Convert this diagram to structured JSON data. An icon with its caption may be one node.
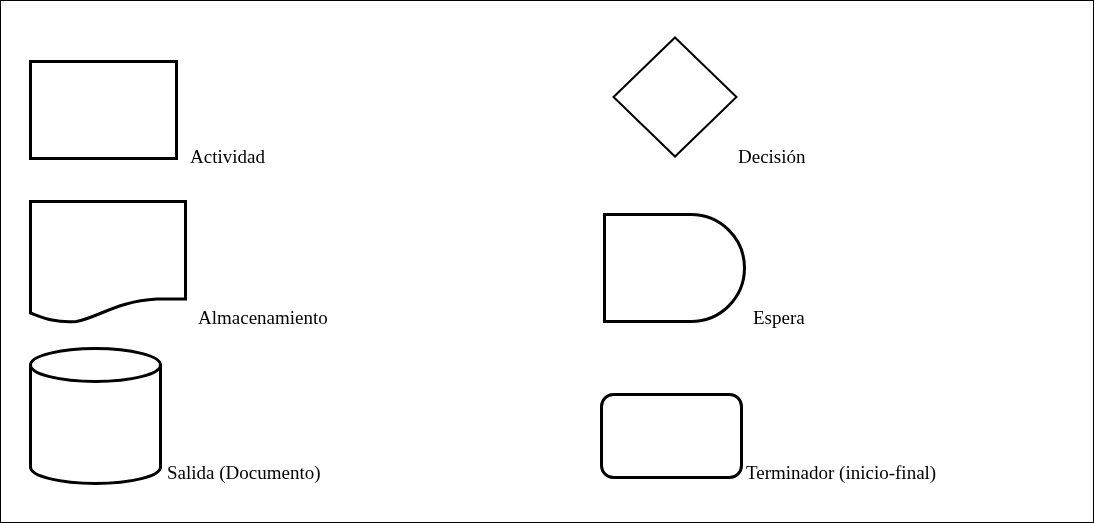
{
  "diagram": {
    "nodes": [
      {
        "text": [],
        "shape": "box",
        "beside": [
          "Actividad"
        ]
      },
      {
        "text": [],
        "shape": "diamond",
        "beside": [
          "Decisión"
        ]
      },
      {
        "text": [],
        "shape": "document",
        "beside": [
          "Almacenamiento"
        ]
      },
      {
        "text": [],
        "shape": "delay",
        "beside": [
          "Espera"
        ]
      },
      {
        "text": [],
        "shape": "cylinder",
        "beside": [
          "Salida (Documento)"
        ]
      },
      {
        "text": [],
        "shape": "terminator",
        "beside": [
          "Terminador (inicio-final)"
        ]
      }
    ]
  }
}
